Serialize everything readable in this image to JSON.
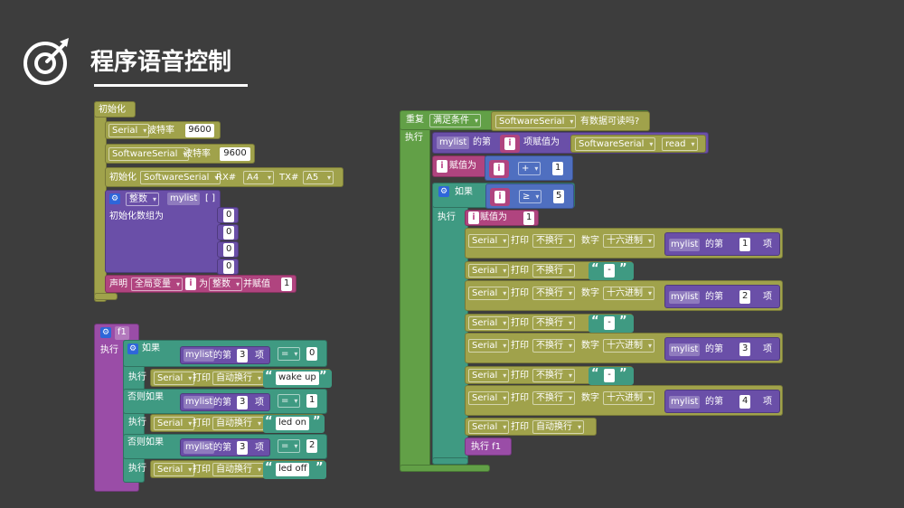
{
  "page": {
    "title": "程序语音控制",
    "icon": "target-rocket-icon"
  },
  "colors": {
    "bg": "#3d3d3d",
    "serial": "#a0a24b",
    "variable": "#b0447f",
    "list": "#6a4fa8",
    "logic": "#3f9a82",
    "control": "#62a047",
    "procedure": "#9a4da7"
  },
  "setup": {
    "header": "初始化",
    "s1": {
      "obj": "Serial",
      "label": "波特率",
      "val": "9600"
    },
    "s2": {
      "obj": "SoftwareSerial",
      "label": "波特率",
      "val": "9600"
    },
    "s3": {
      "label": "初始化",
      "obj": "SoftwareSerial",
      "rx": "RX#",
      "rxv": "A4",
      "tx": "TX#",
      "txv": "A5"
    },
    "arr": {
      "type": "整数",
      "name": "mylist",
      "brackets": "[ ]",
      "label": "初始化数组为",
      "vals": [
        "0",
        "0",
        "0",
        "0"
      ]
    },
    "decl": {
      "label": "声明",
      "scope": "全局变量",
      "var": "i",
      "as": "为",
      "type": "整数",
      "assign": "并赋值",
      "val": "1"
    }
  },
  "func": {
    "name": "f1",
    "exec": "执行",
    "if": "如果",
    "elseif": "否则如果",
    "list": "mylist",
    "of": "的第",
    "idx": "3",
    "item": "项",
    "eq": "=",
    "serial": "Serial",
    "print": "打印",
    "mode": "自动换行",
    "conds": [
      "0",
      "1",
      "2"
    ],
    "msgs": [
      "wake up",
      "led on",
      "led off"
    ]
  },
  "loop": {
    "repeat": "重复",
    "cond": "满足条件",
    "obj": "SoftwareSerial",
    "avail": "有数据可读吗?",
    "exec": "执行",
    "list": "mylist",
    "of": "的第",
    "var": "i",
    "itemAssign": "项赋值为",
    "read": "read",
    "assign": "赋值为",
    "plus": "+",
    "one": "1",
    "if": "如果",
    "ge": "≥",
    "five": "5",
    "serial": "Serial",
    "print": "打印",
    "noNl": "不换行",
    "num": "数字",
    "hex": "十六进制",
    "item": "项",
    "dash": "-",
    "idx": [
      "1",
      "2",
      "3",
      "4"
    ],
    "autoNl": "自动换行",
    "call": "执行 f1"
  }
}
